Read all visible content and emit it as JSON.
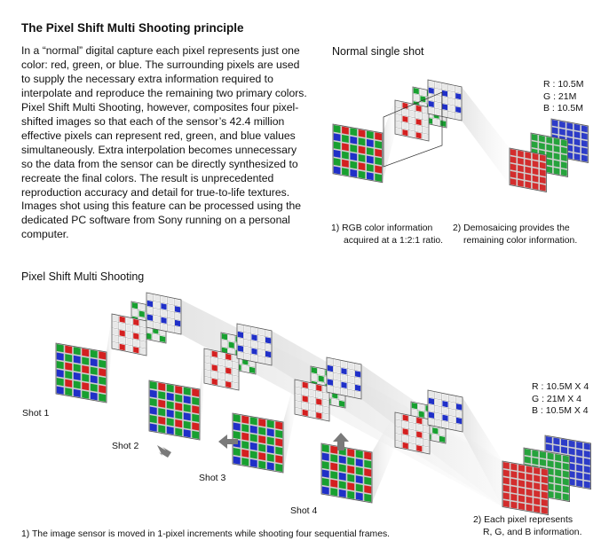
{
  "title": "The Pixel Shift Multi Shooting principle",
  "body_text": "In a “normal” digital capture each pixel represents just one color: red, green, or blue. The surrounding pixels are used to supply the necessary extra information required to interpolate and reproduce the remaining two primary colors. Pixel Shift Multi Shooting, however, composites four pixel-shifted images so that each of the sensor’s 42.4 million effective pixels can represent red, green, and blue values simultaneously. Extra interpola­tion becomes unnecessary so the data from the sensor can be directly synthesized to recreate the final colors. The result is unprecedented reproduction accuracy and detail for true-to-life textures. Images shot using this feature can be processed using the dedicated PC soft­ware from Sony running on a personal computer.",
  "normal": {
    "heading": "Normal single shot",
    "stats": [
      "R : 10.5M",
      "G : 21M",
      "B : 10.5M"
    ],
    "caption1": [
      "1) RGB color information",
      "acquired at a 1:2:1 ratio."
    ],
    "caption2": [
      "2) Demosaicing provides the",
      "remaining color information."
    ]
  },
  "pixel_shift": {
    "heading": "Pixel Shift Multi Shooting",
    "stats": [
      "R : 10.5M X 4",
      "G : 21M X 4",
      "B : 10.5M X 4"
    ],
    "shots": [
      "Shot 1",
      "Shot 2",
      "Shot 3",
      "Shot 4"
    ],
    "caption1": "1) The image sensor is moved in 1-pixel increments while shooting four sequential frames.",
    "caption2": [
      "2) Each pixel represents",
      "R, G, and B information."
    ]
  },
  "colors": {
    "red": "#d42020",
    "green": "#18a030",
    "blue": "#2030c8",
    "gray_cell": "#d8d8d8"
  }
}
